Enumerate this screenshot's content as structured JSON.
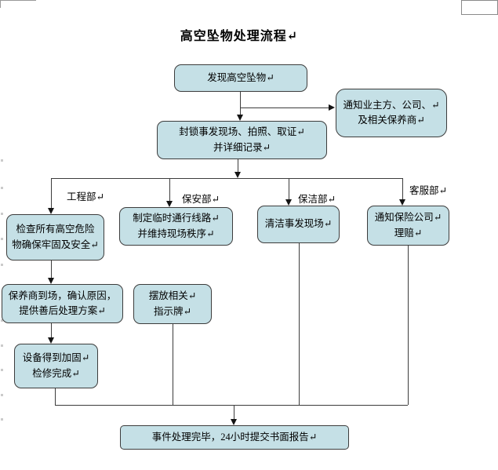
{
  "page": {
    "title": "高空坠物处理流程↵"
  },
  "nodes": {
    "discover": {
      "lines": [
        "发现高空坠物↵"
      ]
    },
    "notify_owner": {
      "lines": [
        "通知业主方、公司、↵",
        "及相关保养商↵"
      ]
    },
    "seal_scene": {
      "lines": [
        "封锁事发现场、拍照、取证↵",
        "并详细记录↵"
      ]
    },
    "check_hazards": {
      "lines": [
        "检查所有高空危险",
        "物确保牢固及安全↵"
      ]
    },
    "temp_route": {
      "lines": [
        "制定临时通行线路↵",
        "并维持现场秩序↵"
      ]
    },
    "clean_scene": {
      "lines": [
        "清洁事发现场↵"
      ]
    },
    "notify_insurance": {
      "lines": [
        "通知保险公司↵",
        "理赔↵"
      ]
    },
    "vendor_onsite": {
      "lines": [
        "保养商到场，确认原因，",
        "提供善后处理方案↵"
      ]
    },
    "place_signs": {
      "lines": [
        "摆放相关↵",
        "指示牌↵"
      ]
    },
    "equipment_fixed": {
      "lines": [
        "设备得到加固↵",
        "检修完成↵"
      ]
    },
    "final_report": {
      "lines": [
        "事件处理完毕，24小时提交书面报告↵"
      ]
    }
  },
  "branch_labels": {
    "engineering": "工程部↵",
    "security": "保安部↵",
    "cleaning": "保洁部↵",
    "customer_service": "客服部↵"
  },
  "colors": {
    "node_fill": "#c5e0e6",
    "node_border": "#3c3c3c",
    "connector": "#3c3c3c"
  }
}
